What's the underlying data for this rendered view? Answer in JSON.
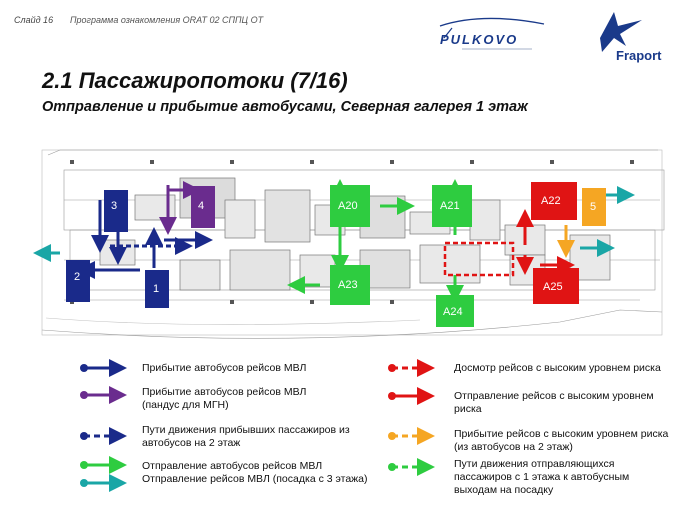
{
  "header": {
    "slide_number": "Слайд 16",
    "program": "Программа ознакомления ORAT 02 СППЦ ОТ",
    "pulkovo_logo_text": "PULKOVO",
    "fraport_logo_text": "Fraport"
  },
  "title": "2.1 Пассажиропотоки (7/16)",
  "subtitle": "Отправление и прибытие автобусами, Северная галерея 1 этаж",
  "plan": {
    "gates": {
      "g3": "3",
      "g4": "4",
      "g2": "2",
      "g1": "1",
      "a20": "A20",
      "a21": "A21",
      "a22": "A22",
      "a5": "5",
      "a23": "A23",
      "a25": "A25",
      "a24": "A24"
    }
  },
  "legend": {
    "left": [
      {
        "text": "Прибытие автобусов рейсов МВЛ"
      },
      {
        "text": "Прибытие автобусов рейсов МВЛ (пандус для МГН)"
      },
      {
        "text": "Пути движения прибывших пассажиров из автобусов на 2 этаж"
      },
      {
        "text": "Отправление автобусов рейсов МВЛ Отправление рейсов МВЛ (посадка с 3 этажа)"
      }
    ],
    "right": [
      {
        "text": "Досмотр рейсов с высоким уровнем риска"
      },
      {
        "text": "Отправление рейсов с высоким уровнем риска"
      },
      {
        "text": "Прибытие рейсов с высоким уровнем риска (из автобусов на 2 этаж)"
      },
      {
        "text": "Пути движения отправляющихся пассажиров с 1 этажа к автобусным выходам на посадку"
      }
    ]
  },
  "colors": {
    "navy": "#1a2a8a",
    "purple": "#6a2c8e",
    "green": "#2ecc40",
    "red": "#e01414",
    "orange": "#f5a623",
    "teal": "#1aa6a6"
  }
}
